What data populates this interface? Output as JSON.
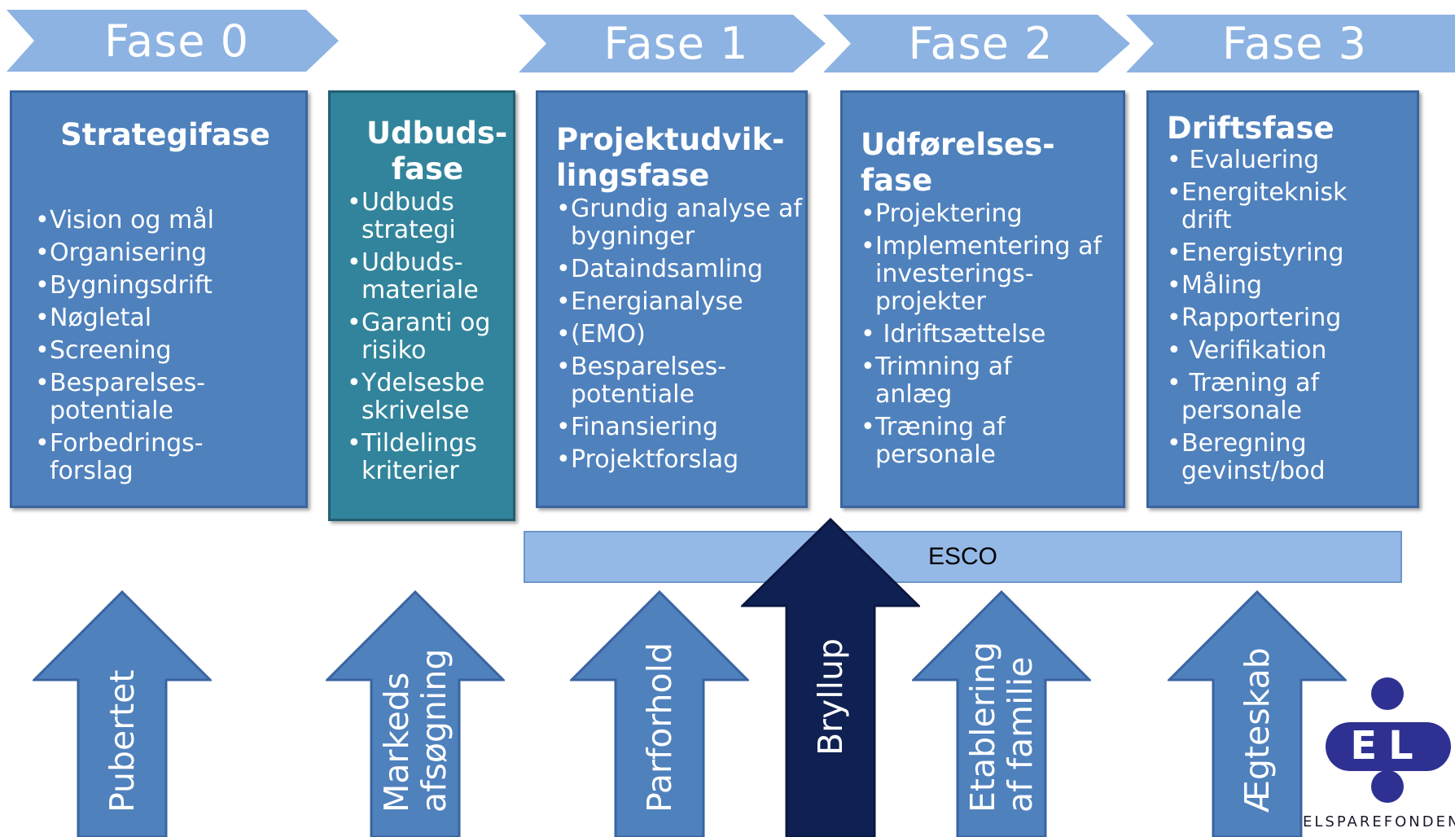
{
  "phases": [
    {
      "label": "Fase 0"
    },
    {
      "label": "Fase 1"
    },
    {
      "label": "Fase 2"
    },
    {
      "label": "Fase 3"
    }
  ],
  "boxes": [
    {
      "title": "Strategifase",
      "items": [
        "Vision og mål",
        "Organisering",
        "Bygningsdrift",
        "Nøgletal",
        "Screening",
        "Besparelses-potentiale",
        "Forbedrings-forslag"
      ]
    },
    {
      "title": "Udbuds-fase",
      "items": [
        "Udbuds strategi",
        "Udbuds-materiale",
        "Garanti og risiko",
        "Ydelsesbe skrivelse",
        "Tildelings kriterier"
      ]
    },
    {
      "title": "Projektudvik-lingsfase",
      "items": [
        "Grundig analyse af bygninger",
        "Dataindsamling",
        "Energianalyse",
        "(EMO)",
        "Besparelses-potentiale",
        "Finansiering",
        "Projektforslag"
      ]
    },
    {
      "title": "Udførelses-fase",
      "items": [
        "Projektering",
        "Implementering af investerings-projekter",
        " Idriftsættelse",
        "Trimning af anlæg",
        "Træning af personale"
      ]
    },
    {
      "title": "Driftsfase",
      "items": [
        " Evaluering",
        "Energiteknisk drift",
        "Energistyring",
        "Måling",
        "Rapportering",
        " Verifikation",
        " Træning af personale",
        "Beregning gevinst/bod"
      ]
    }
  ],
  "esco": {
    "label": "ESCO"
  },
  "arrows": [
    {
      "label": "Pubertet"
    },
    {
      "label": "Markeds\nafsøgning"
    },
    {
      "label": "Parforhold"
    },
    {
      "label": "Bryllup"
    },
    {
      "label": "Etablering\naf familie"
    },
    {
      "label": "Ægteskab"
    }
  ],
  "logo": {
    "mark": "EL",
    "wordmark": "ELSPAREFONDEN"
  },
  "colors": {
    "chevron": "#8db3e2",
    "box": "#4f81bd",
    "box_teal": "#31849b",
    "esco": "#95b9e6",
    "arrow": "#4f81bd",
    "arrow_dark": "#0f2152",
    "logo": "#2e3192"
  }
}
